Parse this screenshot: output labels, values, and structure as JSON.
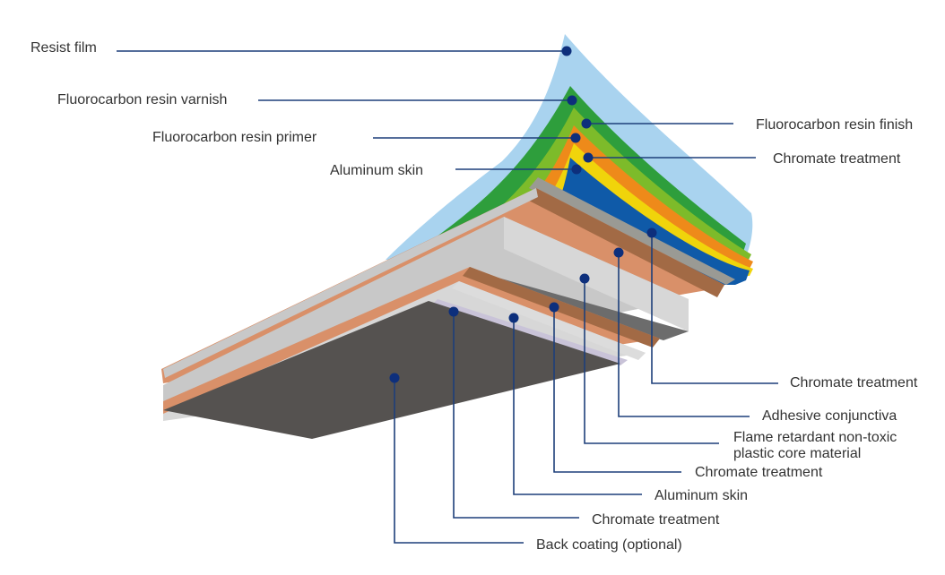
{
  "colors": {
    "leader_line": "#1d3f7a",
    "dot": "#0d2f7c",
    "label_text": "#333333",
    "resist_film": "#a9d3ef",
    "fluorocarbon_varnish": "#2e9e3c",
    "fluorocarbon_finish": "#7dbb2a",
    "fluorocarbon_primer": "#ee8a1a",
    "chromate_yellow": "#f0d40b",
    "aluminum_skin_blue": "#0f5aa8",
    "copper_edge": "#d99069",
    "copper_face": "#a26a45",
    "core_light": "#d7d7d7",
    "core_top": "#c8c8c8",
    "core_side": "#6c6c6c",
    "back_coating": "#555250"
  },
  "labels": {
    "resist_film": "Resist film",
    "fluorocarbon_varnish": "Fluorocarbon resin varnish",
    "fluorocarbon_primer": "Fluorocarbon resin primer",
    "aluminum_skin_top": "Aluminum skin",
    "fluorocarbon_finish": "Fluorocarbon resin finish",
    "chromate_top": "Chromate treatment",
    "chromate_upper": "Chromate treatment",
    "adhesive": "Adhesive conjunctiva",
    "core_line1": "Flame retardant non-toxic",
    "core_line2": "plastic core material",
    "chromate_lower": "Chromate treatment",
    "aluminum_skin_bottom": "Aluminum skin",
    "chromate_bottom": "Chromate treatment",
    "back_coating": "Back coating (optional)"
  }
}
